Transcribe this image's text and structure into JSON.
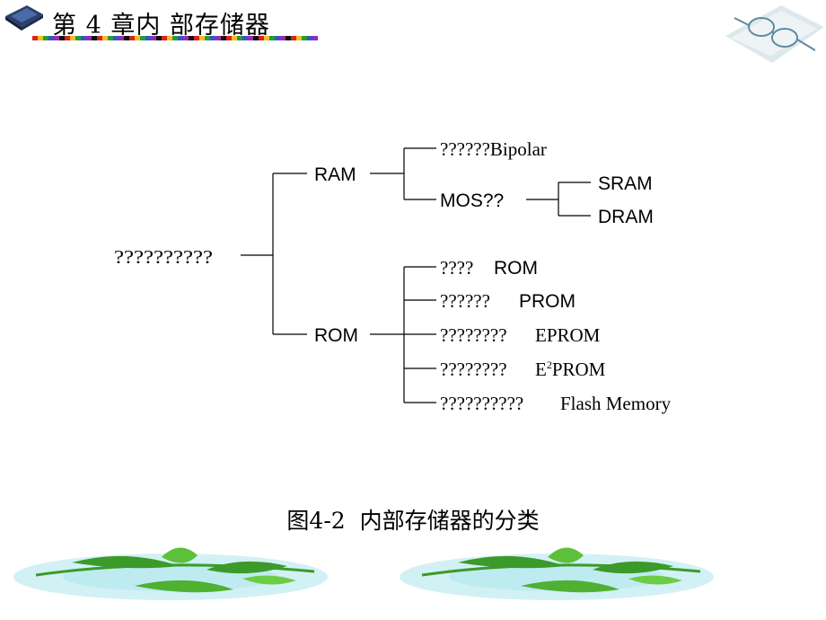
{
  "header": {
    "chapter_title": "第 4 章内 部存储器"
  },
  "diagram": {
    "root_label": "??????????",
    "ram": {
      "label": "RAM",
      "bipolar": "??????Bipolar",
      "mos": "MOS??",
      "sram": "SRAM",
      "dram": "DRAM"
    },
    "rom": {
      "label": "ROM",
      "items": [
        {
          "prefix": "????",
          "name": "ROM"
        },
        {
          "prefix": "??????",
          "name": "PROM"
        },
        {
          "prefix": "????????",
          "name": "EPROM"
        },
        {
          "prefix": "????????",
          "name_base": "E",
          "name_sup": "2",
          "name_rest": "PROM"
        },
        {
          "prefix": "??????????",
          "name": "Flash Memory"
        }
      ]
    }
  },
  "caption": "图4-2  内部存储器的分类",
  "colors": {
    "line": "#000000",
    "leaf": "#3c9a2a",
    "water": "#7fd6e3"
  }
}
